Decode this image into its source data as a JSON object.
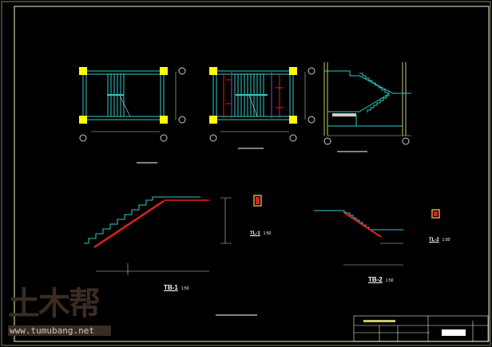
{
  "drawings": {
    "tb1": {
      "label": "TB-1",
      "scale": "1:50"
    },
    "tb2": {
      "label": "TB-2",
      "scale": "1:50"
    },
    "tl1": {
      "label": "TL-1",
      "scale": "1:50"
    },
    "tl2": {
      "label": "TL-2",
      "scale": "1:50"
    }
  },
  "watermark": {
    "logo": "土木帮",
    "url": "www.tumubang.net"
  },
  "colors": {
    "frame": "#c8c8a0",
    "beam": "#2fc8c8",
    "column": "#ffff00",
    "rebar": "#e02020",
    "wall": "#c8c870"
  }
}
